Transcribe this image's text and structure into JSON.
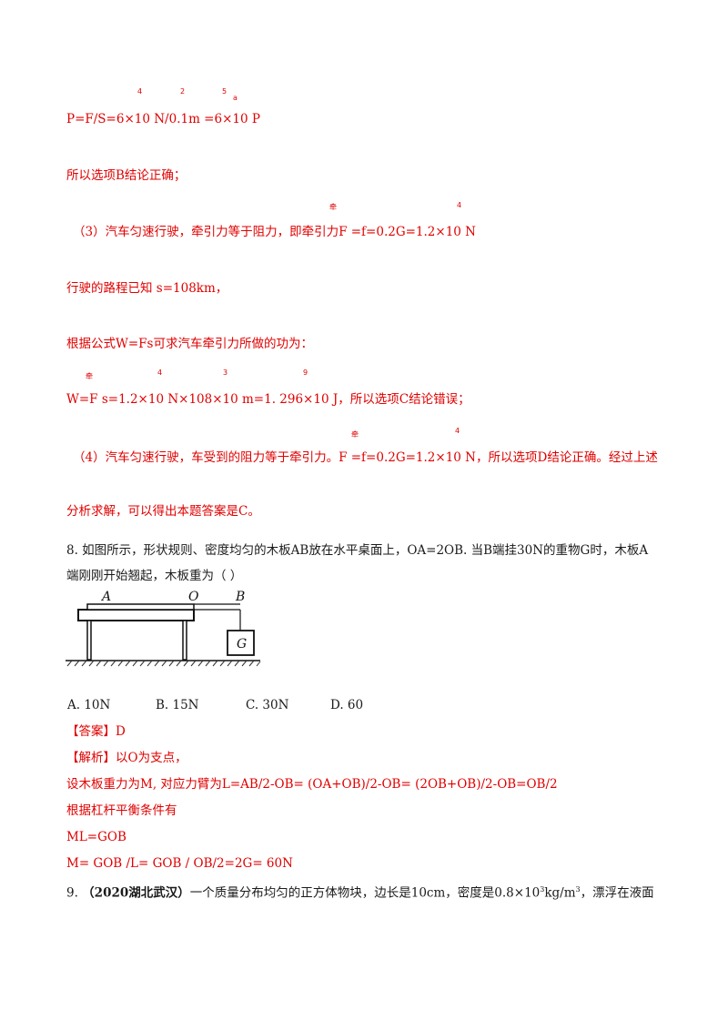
{
  "solution": {
    "pressure_line": "P=F/S=6×10 N/0.1m =6×10 P",
    "pressure_sups": [
      "4",
      "2",
      "5",
      "a"
    ],
    "b_correct": "所以选项B结论正确；",
    "item3": "（3）汽车匀速行驶，牵引力等于阻力，即牵引力F  =f=0.2G=1.2×10 N",
    "item3_sups": [
      "牵",
      "4"
    ],
    "distance": "行驶的路程已知 s=108km，",
    "formula_intro": "根据公式W=Fs可求汽车牵引力所做的功为：",
    "work_line": "W=F  s=1.2×10 N×108×10 m=1. 296×10 J，所以选项C结论错误；",
    "work_sups": [
      "牵",
      "4",
      "3",
      "9"
    ],
    "item4": "（4）汽车匀速行驶，车受到的阻力等于牵引力。F  =f=0.2G=1.2×10 N，所以选项D结论正确。经过上述",
    "item4_sups": [
      "牵",
      "4"
    ],
    "conclusion": "分析求解，可以得出本题答案是C。"
  },
  "q8": {
    "stem1": "8. 如图所示，形状规则、密度均匀的木板AB放在水平桌面上，OA=2OB. 当B端挂30N的重物G时，木板A",
    "stem2": "端刚刚开始翘起，木板重为（      ）",
    "figure": {
      "label_a": "A",
      "label_o": "O",
      "label_b": "B",
      "label_g": "G"
    },
    "options": [
      "A. 10N",
      "B. 15N",
      "C. 30N",
      "D. 60"
    ],
    "answer_tag": "【答案】",
    "answer": "D",
    "analysis_tag": "【解析】",
    "analysis": "以O为支点，",
    "line1": "设木板重力为M, 对应力臂为L=AB/2-OB= (OA+OB)/2-OB= (2OB+OB)/2-OB=OB/2",
    "line2": "根据杠杆平衡条件有",
    "line3": "ML=GOB",
    "line4": "M= GOB /L= GOB / OB/2=2G= 60N"
  },
  "q9": {
    "number": "9. ",
    "source": "（2020湖北武汉）",
    "text": "一个质量分布均匀的正方体物块，边长是10cm，密度是0.8×10",
    "sup1": "3",
    "unit": "kg/m",
    "sup2": "3",
    "tail": "，漂浮在液面"
  }
}
